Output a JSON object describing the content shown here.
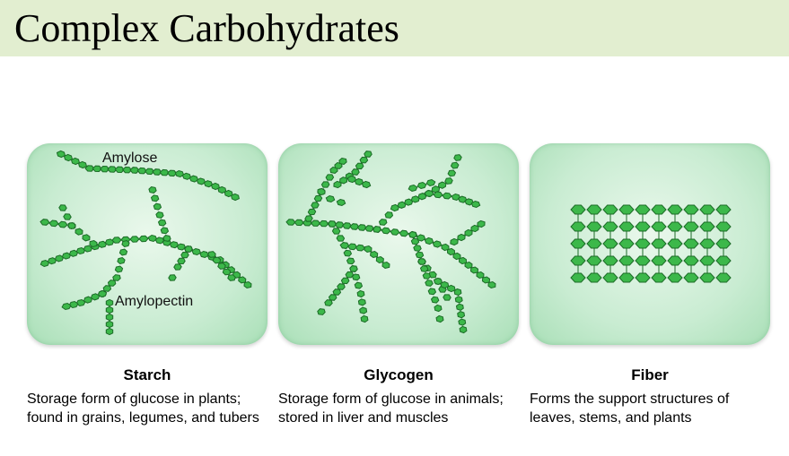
{
  "title": "Complex Carbohydrates",
  "colors": {
    "title_bar": "#e2eed0",
    "panel": "#c9ecd2",
    "glucose_unit": "#3cb84a",
    "glucose_outline": "#1c6b27"
  },
  "panels": [
    {
      "heading": "Starch",
      "description": "Storage form of glucose in plants; found in grains, legumes, and tubers",
      "labels": [
        "Amylose",
        "Amylopectin"
      ]
    },
    {
      "heading": "Glycogen",
      "description": "Storage form of glucose in animals; stored in liver and muscles"
    },
    {
      "heading": "Fiber",
      "description": "Forms the support structures of leaves, stems, and plants"
    }
  ]
}
